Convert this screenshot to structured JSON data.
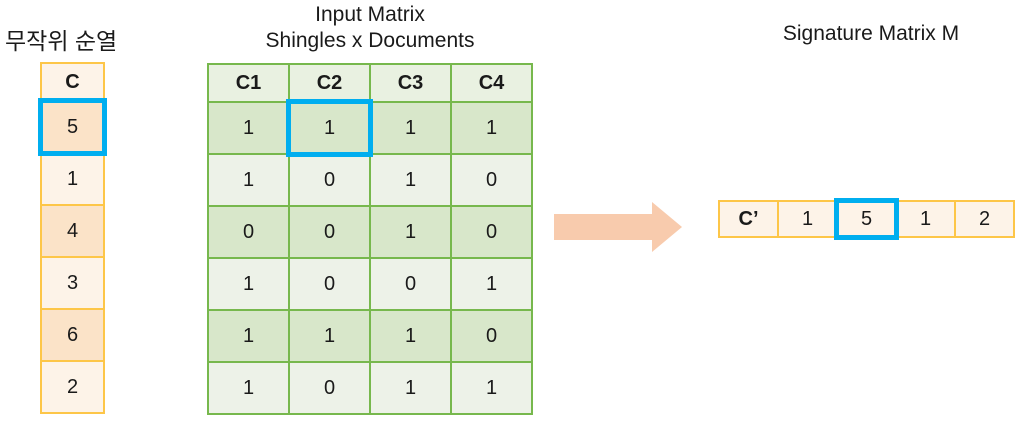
{
  "diagram": {
    "description": "MinHash signature computation diagram"
  },
  "permutation": {
    "title": "무작위 순열",
    "header": "C",
    "values": [
      "5",
      "1",
      "4",
      "3",
      "6",
      "2"
    ],
    "highlighted_value": "5",
    "highlighted_row_index": 0
  },
  "input_matrix": {
    "title_line1": "Input Matrix",
    "title_line2": "Shingles x Documents",
    "columns": [
      "C1",
      "C2",
      "C3",
      "C4"
    ],
    "rows": [
      [
        "1",
        "1",
        "1",
        "1"
      ],
      [
        "1",
        "0",
        "1",
        "0"
      ],
      [
        "0",
        "0",
        "1",
        "0"
      ],
      [
        "1",
        "0",
        "0",
        "1"
      ],
      [
        "1",
        "1",
        "1",
        "0"
      ],
      [
        "1",
        "0",
        "1",
        "1"
      ]
    ],
    "highlighted_cell": {
      "row": 0,
      "col": 1,
      "value": "1"
    }
  },
  "signature_matrix": {
    "title": "Signature Matrix M",
    "header": "C’",
    "values": [
      "1",
      "5",
      "1",
      "2"
    ],
    "highlighted_value_index": 1,
    "highlighted_value": "5"
  },
  "arrow": {
    "direction": "right"
  },
  "colors": {
    "highlight_border": "#00aeef",
    "gold_border": "#fdc648",
    "cream_light": "#fdf3e8",
    "cream_dark": "#fbe3c8",
    "green_border": "#77b84d",
    "green_header": "#e9f1e1",
    "green_dark": "#d8e7ca",
    "green_light": "#edf2e8",
    "arrow_color": "#f8cbad"
  }
}
